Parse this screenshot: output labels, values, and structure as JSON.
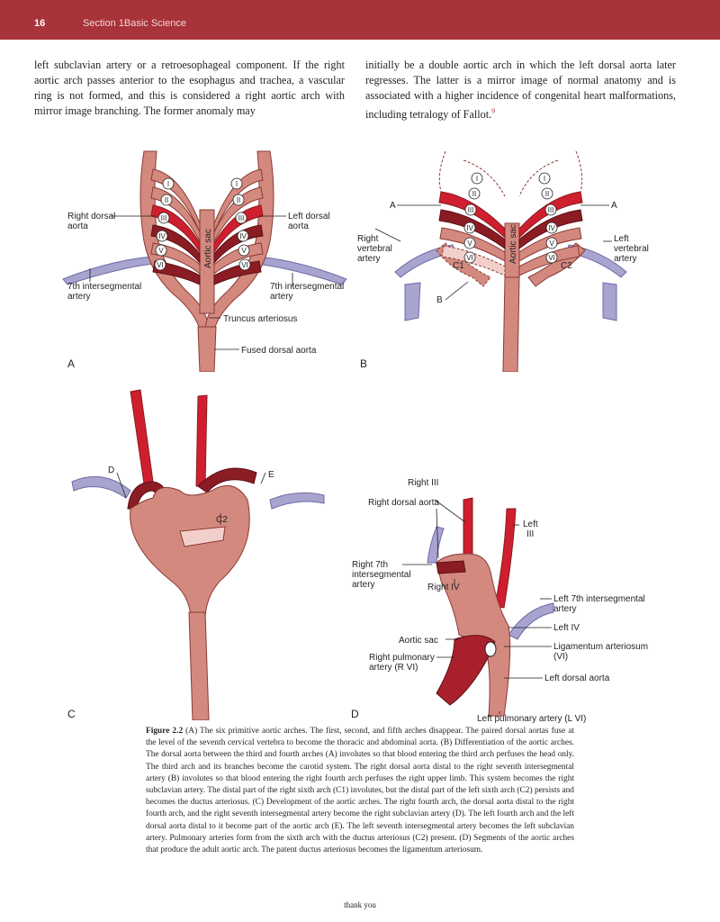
{
  "header": {
    "page_number": "16",
    "section": "Section  1Basic Science"
  },
  "text": {
    "left_column": "left subclavian artery or a retroesophageal component. If the right aortic arch passes anterior to the esophagus and trachea, a vascular ring is not formed, and this is considered a right aortic arch with mirror image branching. The former anomaly may",
    "right_column": "initially be a double aortic arch in which the left dorsal aorta later regresses. The latter is a mirror image of normal anatomy and is associated with a higher incidence of congenital heart malformations, including tetralogy of Fallot.",
    "right_column_ref": "9"
  },
  "figure": {
    "romans": [
      "I",
      "II",
      "III",
      "IV",
      "V",
      "VI"
    ],
    "panel_a": {
      "letter": "A",
      "right_dorsal_aorta_1": "Right dorsal",
      "right_dorsal_aorta_2": "aorta",
      "left_dorsal_aorta_1": "Left dorsal",
      "left_dorsal_aorta_2": "aorta",
      "aortic_sac": "Aortic sac",
      "seventh_left_1": "7th intersegmental",
      "seventh_left_2": "artery",
      "seventh_right_1": "7th intersegmental",
      "seventh_right_2": "artery",
      "truncus": "Truncus arteriosus",
      "fused": "Fused dorsal aorta"
    },
    "panel_b": {
      "letter": "B",
      "label_a_left": "A",
      "label_a_right": "A",
      "right_vertebral_1": "Right",
      "right_vertebral_2": "vertebral",
      "right_vertebral_3": "artery",
      "left_vertebral_1": "Left",
      "left_vertebral_2": "vertebral",
      "left_vertebral_3": "artery",
      "aortic_sac": "Aortic sac",
      "c1": "C1",
      "c2": "C2",
      "label_b": "B"
    },
    "panel_c": {
      "letter": "C",
      "label_d": "D",
      "label_e": "E",
      "c2": "C2"
    },
    "panel_d": {
      "letter": "D",
      "right_iii": "Right III",
      "right_dorsal_aorta": "Right dorsal aorta",
      "left_iii_1": "Left",
      "left_iii_2": "III",
      "right_7th_1": "Right 7th",
      "right_7th_2": "intersegmental",
      "right_7th_3": "artery",
      "right_iv": "Right IV",
      "left_7th_1": "Left 7th intersegmental",
      "left_7th_2": "artery",
      "left_iv": "Left IV",
      "aortic_sac": "Aortic sac",
      "ligamentum_1": "Ligamentum arteriosum",
      "ligamentum_2": "(VI)",
      "right_pulmonary_1": "Right pulmonary",
      "right_pulmonary_2": "artery (R VI)",
      "left_dorsal_aorta": "Left dorsal aorta",
      "left_pulmonary": "Left pulmonary artery (L VI)"
    }
  },
  "caption": {
    "label": "Figure 2.2",
    "text": "(A) The six primitive aortic arches. The first, second, and fifth arches disappear. The paired dorsal aortas fuse at the level of the seventh cervical vertebra to become the thoracic and abdominal aorta. (B) Differentiation of the aortic arches. The dorsal aorta between the third and fourth arches (A) involutes so that blood entering the third arch perfuses the head only. The third arch and its branches become the carotid system. The right dorsal aorta distal to the right seventh intersegmental artery (B) involutes so that blood entering the right fourth arch perfuses the right upper limb. This system becomes the right subclavian artery. The distal part of the right sixth arch (C1) involutes, but the distal part of the left sixth arch (C2) persists and becomes the ductus arteriosus. (C) Development of the aortic arches. The right fourth arch, the dorsal aorta distal to the right fourth arch, and the right seventh intersegmental artery become the right subclavian artery (D). The left fourth arch and the left dorsal aorta distal to it become part of the aortic arch (E). The left seventh intersegmental artery becomes the left subclavian artery. Pulmonary arteries form from the sixth arch with the ductus arteriosus (C2) present. (D) Segments of the aortic arches that produce the adult aortic arch. The patent ductus arteriosus becomes the ligamentum arteriosum."
  },
  "footer": {
    "text": "thank you"
  },
  "colors": {
    "header": "#a8333a",
    "vessel": "#d4897f",
    "vessel_stroke": "#8a3a34",
    "red": "#cf1f2e",
    "dark_red": "#8c1c24",
    "lavender": "#a7a4cf",
    "pale": "#f3cfcb"
  }
}
